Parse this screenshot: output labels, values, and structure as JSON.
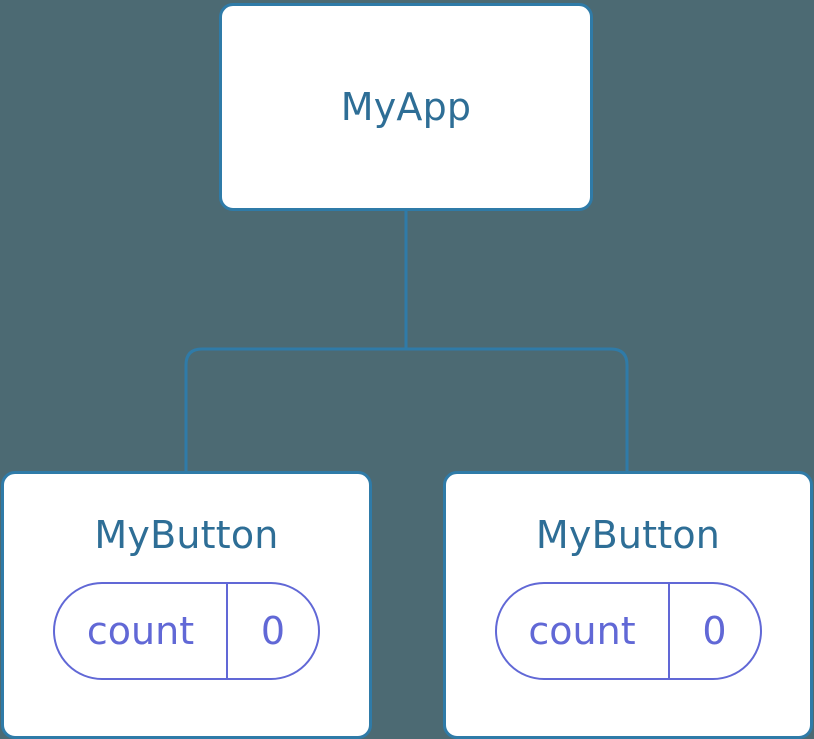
{
  "diagram": {
    "type": "component-tree",
    "title": "",
    "background_color": "#4c6a73",
    "edge_color": "#2f7ba8",
    "node_border_color": "#2f7ba8",
    "node_fill_color": "#ffffff",
    "node_label_color": "#2e6e96",
    "state_color": "#6168d6"
  },
  "root": {
    "label": "MyApp"
  },
  "children": [
    {
      "label": "MyButton",
      "state": {
        "key": "count",
        "value": "0"
      }
    },
    {
      "label": "MyButton",
      "state": {
        "key": "count",
        "value": "0"
      }
    }
  ],
  "edges": [
    {
      "from": "MyApp",
      "to": "MyButton-1"
    },
    {
      "from": "MyApp",
      "to": "MyButton-2"
    }
  ]
}
